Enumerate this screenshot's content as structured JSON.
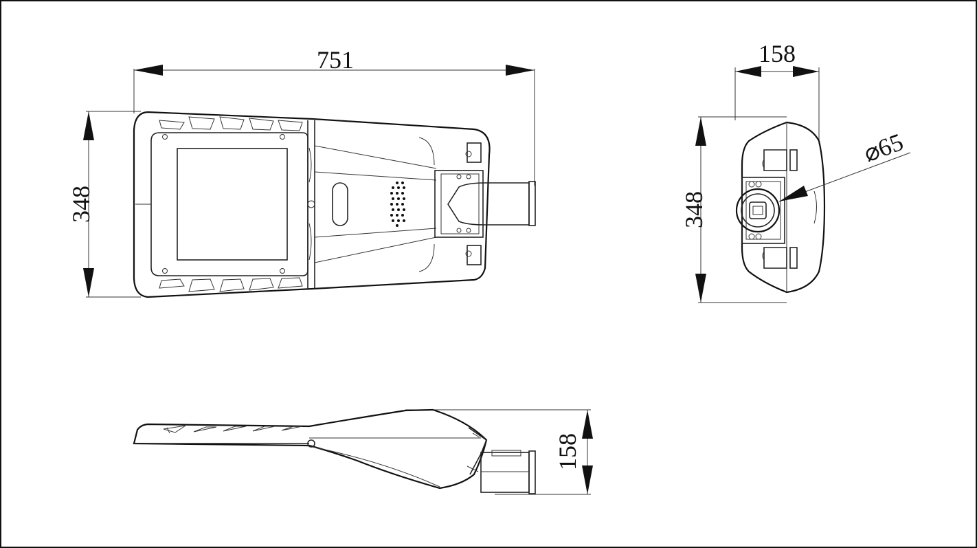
{
  "drawing": {
    "type": "technical-drawing",
    "subject": "street-light-luminaire",
    "views": [
      "top-view",
      "end-view",
      "side-view"
    ]
  },
  "dimensions": {
    "top_length": "751",
    "top_width": "348",
    "end_width": "158",
    "end_height": "348",
    "end_diameter": "⌀65",
    "side_height": "158"
  }
}
